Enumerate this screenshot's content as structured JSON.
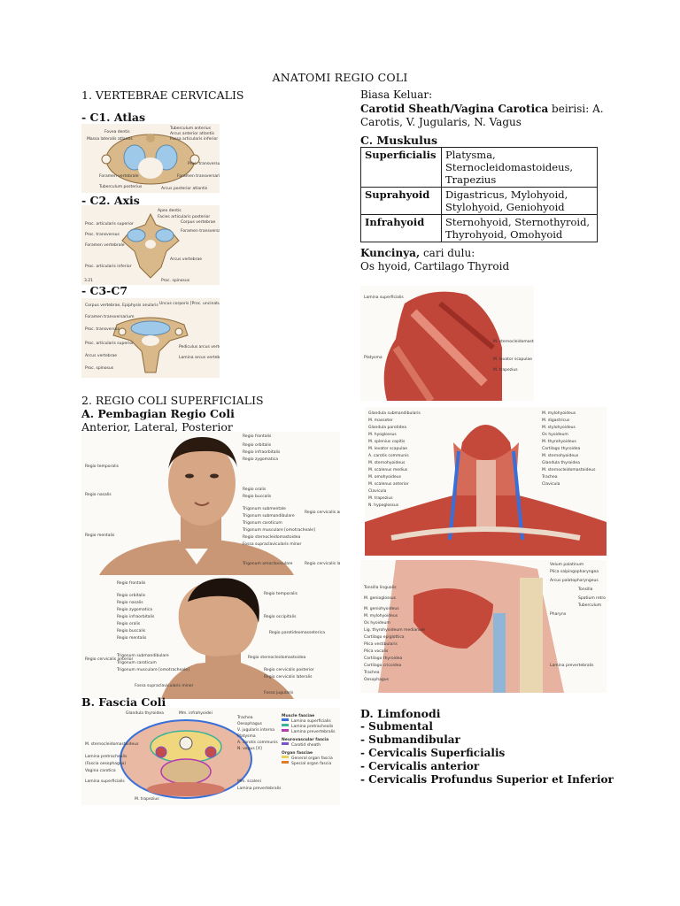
{
  "title": "ANATOMI REGIO COLI",
  "left": {
    "sec1": "1. VERTEBRAE CERVICALIS",
    "c1": "- C1. Atlas",
    "c1_labels": [
      "Tuberculum anterius",
      "Fovea dentis",
      "Arcus anterior atlantis",
      "Massa lateralis atlantis",
      "Fossa articularis inferior",
      "Proc. transversus",
      "Foramen vertebrale",
      "Foramen transversarium",
      "Tuberculum posterius",
      "Arcus posterior atlantis"
    ],
    "c2": "- C2. Axis",
    "c2_labels": [
      "Apex dentis",
      "Facies articularis posterior",
      "Proc. articularis superior",
      "Corpus vertebrae",
      "Proc. transversus",
      "Foramen transversarium",
      "Foramen vertebrale",
      "Proc. articularis inferior",
      "Arcus vertebrae",
      "Proc. spinosus"
    ],
    "c2_fig": "3.21",
    "c37": "- C3-C7",
    "c37_labels": [
      "Uncus corporis [Proc. uncinatus]",
      "Corpus vertebrae, Epiphysis anularis",
      "Foramen transversarium",
      "Proc. transversus",
      "Proc. articularis superior",
      "Arcus vertebrae",
      "Pediculus arcus vertebrae",
      "Lamina arcus vertebrae",
      "Proc. spinosus"
    ],
    "sec2": "2. REGIO COLI SUPERFICIALIS",
    "subA": "A. Pembagian Regio Coli",
    "subA_text": "Anterior, Lateral, Posterior",
    "face_labels": [
      "Regio frontalis",
      "Regio orbitalis",
      "Regio infraorbitalis",
      "Regio zygomatica",
      "Regio temporalis",
      "Regio nasalis",
      "Regio oralis",
      "Regio buccalis",
      "Regio mentalis",
      "Trigonum submentale",
      "Trigonum submandibulare",
      "Trigonum caroticum",
      "Trigonum musculare [omotracheale]",
      "Regio sternocleidomastoidea",
      "Fossa supraclavicularis minor",
      "Trigonum omoclaviculare",
      "Regio cervicalis anterior",
      "Regio cervicalis lateralis"
    ],
    "profile_labels": [
      "Regio frontalis",
      "Regio temporalis",
      "Regio orbitalis",
      "Regio nasalis",
      "Regio zygomatica",
      "Regio infraorbitalis",
      "Regio oralis",
      "Regio buccalis",
      "Regio mentalis",
      "Regio parotideomasseterica",
      "Regio occipitalis",
      "Trigonum submandibulare",
      "Trigonum caroticum",
      "Trigonum musculare [omotracheale]",
      "Regio cervicalis anterior",
      "Regio sternocleidomastoidea",
      "Regio cervicalis posterior",
      "Regio cervicalis lateralis",
      "Fossa supraclavicularis minor",
      "Fossa jugularis"
    ],
    "subB": "B. Fascia Coli",
    "fascia_labels": [
      "Glandula thyroidea",
      "Mm. infrahyoidei",
      "Trachea",
      "Oesophagus",
      "V. jugularis interna",
      "Platysma",
      "A. carotis communis",
      "N. vagus [X]",
      "M. sternocleidomastoideus",
      "Lamina pretrachealis",
      "(Fascia oesophagea)",
      "Vagina carotica",
      "Lamina superficialis",
      "Mm. scaleni",
      "Lamina prevertebralis",
      "M. trapezius"
    ],
    "fascia_legend": {
      "head1": "Muscle fasciae",
      "items1": [
        {
          "label": "Lamina superficialis",
          "color": "#3a6fd8"
        },
        {
          "label": "Lamina pretrachealis",
          "color": "#3bb39a"
        },
        {
          "label": "Lamina prevertebralis",
          "color": "#b33bb0"
        }
      ],
      "head2": "Neurovascular fascia",
      "items2": [
        {
          "label": "Carotid sheath",
          "color": "#7a4fd0"
        }
      ],
      "head3": "Organ fasciae",
      "items3": [
        {
          "label": "General organ fascia",
          "color": "#e8d25a"
        },
        {
          "label": "Special organ fascia",
          "color": "#e07a2c"
        }
      ]
    }
  },
  "right": {
    "intro": "Biasa Keluar:",
    "carotid_bold": "Carotid Sheath/Vagina Carotica",
    "carotid_rest1": " beirisi: A.",
    "carotid_rest2": "Carotis, V. Jugularis, N. Vagus",
    "secC": "C. Muskulus",
    "table": [
      {
        "group": "Superficialis",
        "muscles": [
          "Platysma,",
          "Sternocleidomastoideus,",
          "Trapezius"
        ]
      },
      {
        "group": "Suprahyoid",
        "muscles": [
          "Digastricus, Mylohyoid,",
          "Stylohyoid, Geniohyoid"
        ]
      },
      {
        "group": "Infrahyoid",
        "muscles": [
          "Sternohyoid, Sternothyroid,",
          "Thyrohyoid, Omohyoid"
        ]
      }
    ],
    "kunci_bold": "Kuncinya,",
    "kunci_rest": " cari dulu:",
    "kunci_line2": "Os hyoid, Cartilago Thyroid",
    "muscle1_labels": [
      "Lamina superficialis",
      "Platysma",
      "M. sternocleidomastoideus",
      "M. levator scapulae",
      "M. trapezius"
    ],
    "muscle2_labels": [
      "Glandula submandibularis",
      "M. masseter",
      "Glandula parotidea",
      "M. hyoglossus",
      "M. splenius capitis",
      "M. levator scapulae",
      "A. carotis communis",
      "M. sternohyoideus",
      "M. scalenus medius",
      "M. omohyoideus",
      "M. scalenus anterior",
      "Clavicula",
      "M. trapezius",
      "N. hypoglossus",
      "M. mylohyoideus",
      "M. digastricus",
      "M. stylohyoideus",
      "Os hyoideum",
      "M. thyrohyoideus",
      "Cartilago thyroidea",
      "M. sternohyoideus",
      "Glandula thyroidea",
      "M. sternocleidomastoideus",
      "Trachea",
      "Clavicula"
    ],
    "sagittal_labels": [
      "Velum palatinum",
      "Plica salpingopharyngea",
      "Arcus palatopharyngeus",
      "Tonsilla",
      "Spatium retro",
      "Tuberculum",
      "Tonsilla lingualis",
      "M. genioglossus",
      "M. geniohyoideus",
      "M. mylohyoideus",
      "Os hyoideum",
      "Lig. thyrohyoideum medianum",
      "Cartilago epiglottica",
      "Plica vestibularis",
      "Plica vocalis",
      "Cartilago thyroidea",
      "Cartilago cricoidea",
      "Trachea",
      "Oesophagus",
      "Pharynx",
      "Lamina prevertebralis"
    ],
    "secD": "D. Limfonodi",
    "limfonodi": [
      "- Submental",
      "- Submandibular",
      "- Cervicalis Superficialis",
      "- Cervicalis anterior",
      "- Cervicalis Profundus Superior et Inferior"
    ]
  }
}
